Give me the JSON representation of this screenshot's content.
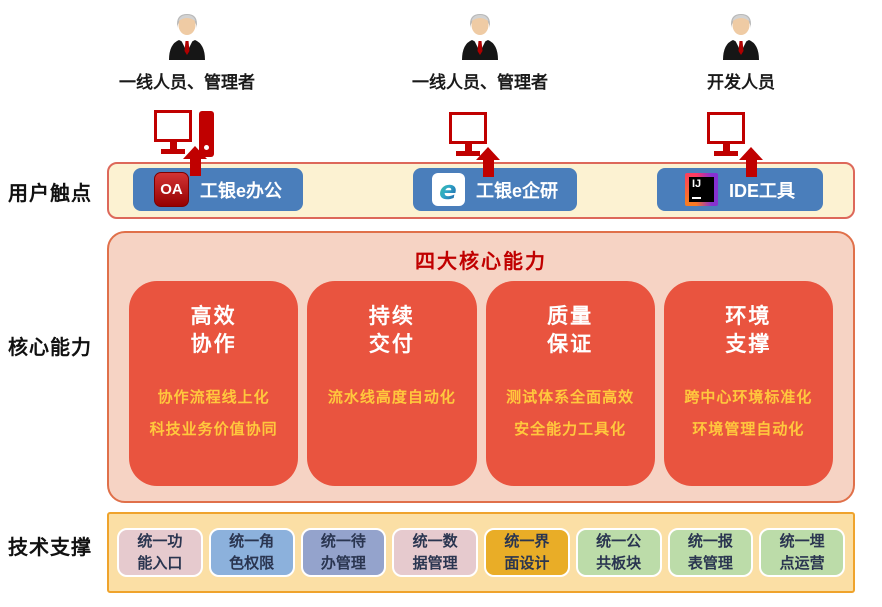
{
  "rows": {
    "touchpoints_label": "用户触点",
    "core_label": "核心能力",
    "support_label": "技术支撑"
  },
  "users": [
    {
      "name": "一线人员、管理者"
    },
    {
      "name": "一线人员、管理者"
    },
    {
      "name": "开发人员"
    }
  ],
  "touchpoints": [
    {
      "label": "工银e办公",
      "icon": "oa-app-icon",
      "icon_text": "OA"
    },
    {
      "label": "工银e企研",
      "icon": "e-app-icon",
      "icon_text": "e"
    },
    {
      "label": "IDE工具",
      "icon": "intellij-icon",
      "icon_text": "IJ"
    }
  ],
  "core": {
    "title": "四大核心能力",
    "boxes": [
      {
        "title_line1": "高效",
        "title_line2": "协作",
        "points": [
          "协作流程线上化",
          "科技业务价值协同"
        ]
      },
      {
        "title_line1": "持续",
        "title_line2": "交付",
        "points": [
          "流水线高度自动化"
        ]
      },
      {
        "title_line1": "质量",
        "title_line2": "保证",
        "points": [
          "测试体系全面高效",
          "安全能力工具化"
        ]
      },
      {
        "title_line1": "环境",
        "title_line2": "支撑",
        "points": [
          "跨中心环境标准化",
          "环境管理自动化"
        ]
      }
    ]
  },
  "support": {
    "items": [
      {
        "line1": "统一功",
        "line2": "能入口",
        "color": "#E6CACE"
      },
      {
        "line1": "统一角",
        "line2": "色权限",
        "color": "#8CB1DC"
      },
      {
        "line1": "统一待",
        "line2": "办管理",
        "color": "#94A3CC"
      },
      {
        "line1": "统一数",
        "line2": "据管理",
        "color": "#E6CACE"
      },
      {
        "line1": "统一界",
        "line2": "面设计",
        "color": "#E9AD27"
      },
      {
        "line1": "统一公",
        "line2": "共板块",
        "color": "#BCDCA9"
      },
      {
        "line1": "统一报",
        "line2": "表管理",
        "color": "#BCDCA9"
      },
      {
        "line1": "统一埋",
        "line2": "点运营",
        "color": "#BCDCA9"
      }
    ]
  },
  "icons": {
    "person": "person-icon",
    "desktop": "desktop-monitor-icon",
    "tower": "computer-tower-icon",
    "arrow": "up-arrow-icon"
  },
  "colors": {
    "accent_red": "#C00000",
    "core_box_red": "#E9543F",
    "core_band_fill": "#F6D3C4",
    "core_band_border": "#E0704A",
    "touch_band_fill": "#FCF2D2",
    "touch_band_border": "#DD685A",
    "touch_box_blue": "#4A7EBB",
    "support_band_fill": "#FBDFA5",
    "support_band_border": "#EFA32C",
    "core_point_gold": "#FFC83D"
  }
}
